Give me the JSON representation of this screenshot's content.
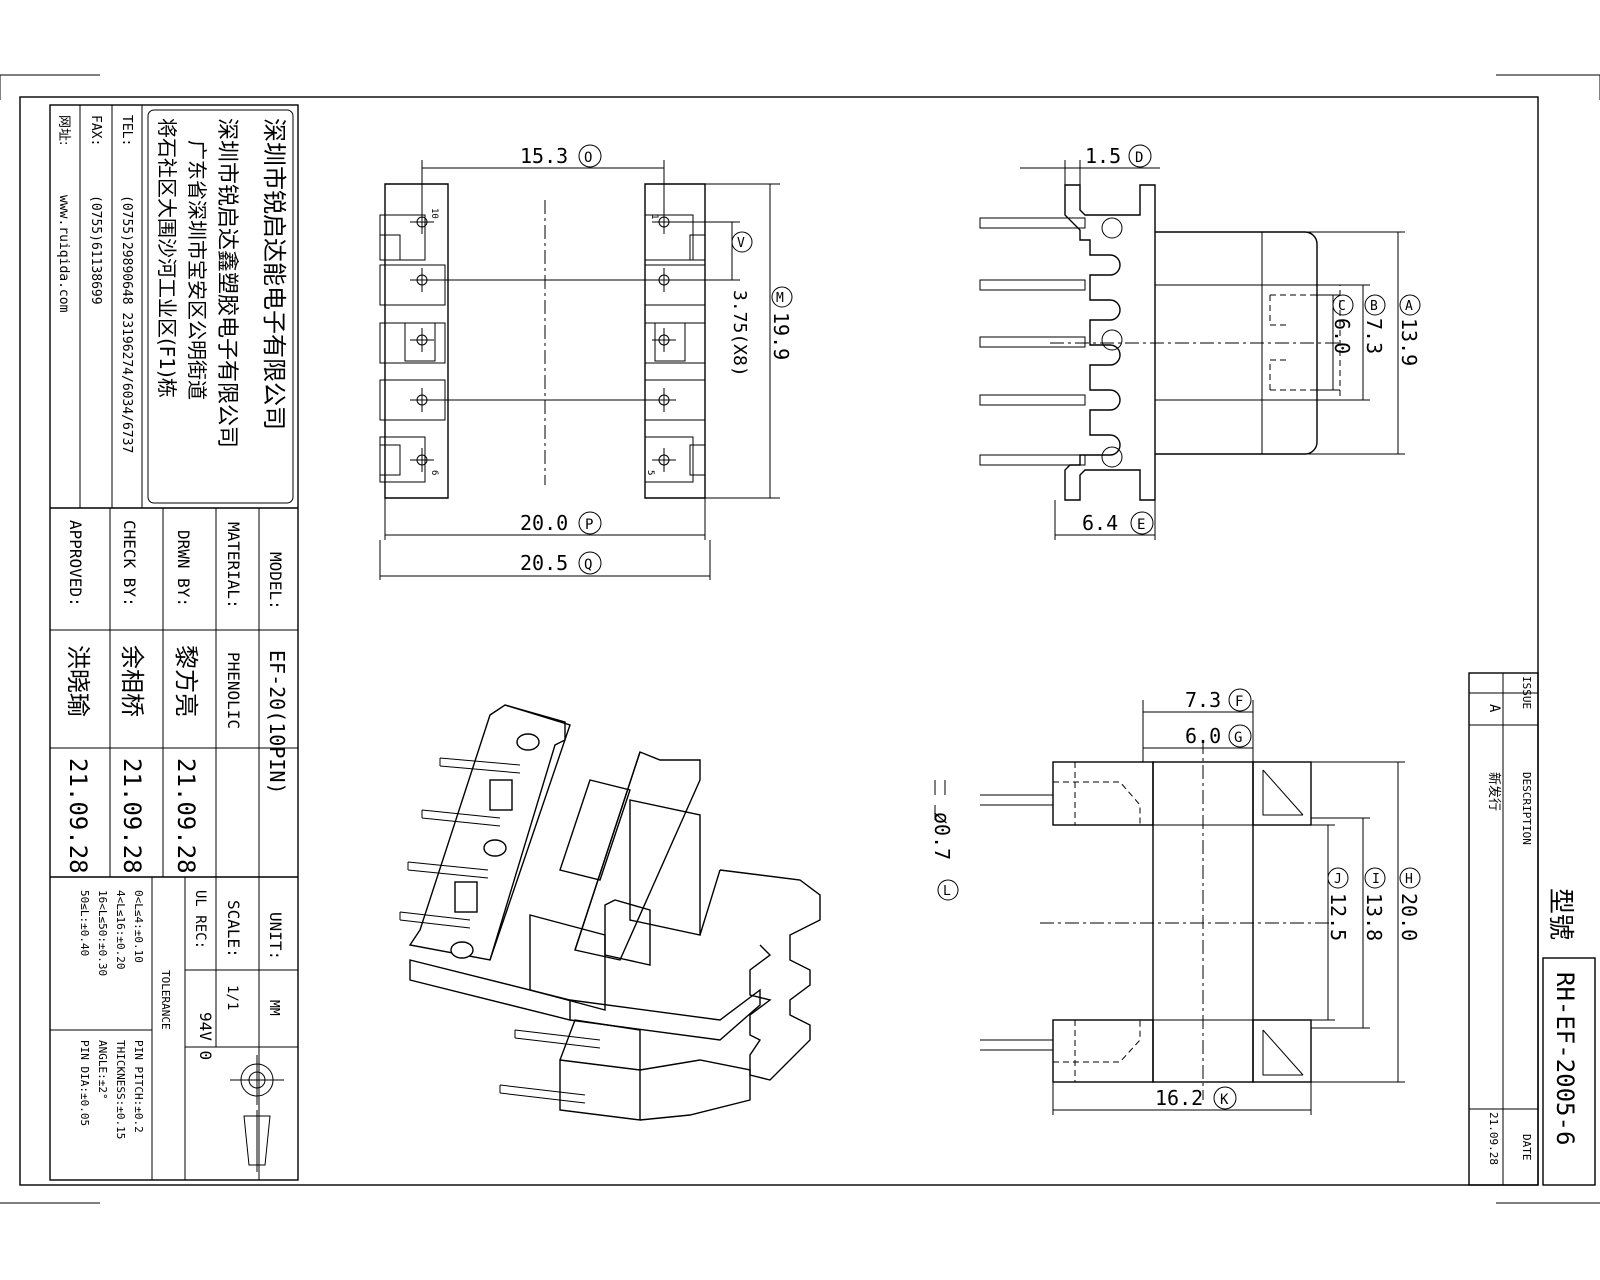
{
  "company": {
    "name_cn": "深圳市锐启达能电子有限公司",
    "factory_cn": "深圳市锐启达鑫塑胶电子有限公司",
    "address_line1": "广东省深圳市宝安区公明街道",
    "address_line2": "将石社区大围沙河工业区(F1)栋",
    "tel_label": "TEL:",
    "tel_value": "(0755)29890648  23196274/6034/6737",
    "fax_label": "FAX:",
    "fax_value": "(0755)61138699",
    "web_label": "网址:",
    "web_value": "www.ruiqida.com"
  },
  "title_block": {
    "model_label": "MODEL:",
    "model_value": "EF-20(10PIN)",
    "material_label": "MATERIAL:",
    "material_value": "PHENOLIC",
    "drwn_label": "DRWN BY:",
    "drwn_name": "黎方亮",
    "drwn_date": "21.09.28",
    "check_label": "CHECK BY:",
    "check_name": "余相桥",
    "check_date": "21.09.28",
    "approved_label": "APPROVED:",
    "approved_name": "洪晓瑜",
    "approved_date": "21.09.28",
    "unit_label": "UNIT:",
    "unit_value": "MM",
    "scale_label": "SCALE:",
    "scale_value": "1/1",
    "ul_label": "UL REC:",
    "ul_value": "94V 0",
    "tolerance_label": "TOLERANCE",
    "tol_left": [
      "0<L≤4:±0.10",
      "4<L≤16:±0.20",
      "16<L≤50:±0.30",
      "50≤L:±0.40"
    ],
    "tol_right": [
      "PIN PITCH:±0.2",
      "THICKNESS:±0.15",
      "ANGLE:±2°",
      "PIN DIA:±0.05"
    ]
  },
  "revision": {
    "issue_label": "ISSUE",
    "issue_value": "A",
    "desc_label": "DESCRIPTION",
    "desc_value": "新发行",
    "date_label": "DATE",
    "date_value": "21.09.28"
  },
  "part": {
    "label": "型號",
    "number": "RH-EF-2005-6"
  },
  "dimensions": {
    "O": "15.3",
    "P": "20.0",
    "Q": "20.5",
    "V": "3.75(X8)",
    "M": "19.9",
    "D": "1.5",
    "E": "6.4",
    "A": "13.9",
    "B": "7.3",
    "C": "6.0",
    "F": "7.3",
    "G": "6.0",
    "H": "20.0",
    "I": "13.8",
    "J": "12.5",
    "K": "16.2",
    "L": "ø0.7"
  },
  "pin_numbers": [
    "10",
    "1",
    "6",
    "5"
  ]
}
